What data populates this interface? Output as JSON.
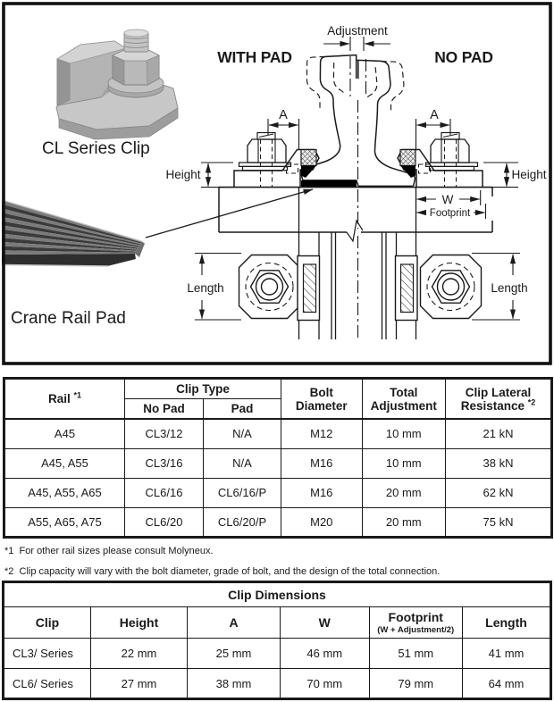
{
  "colors": {
    "ink": "#1a1a1a",
    "background": "#ffffff",
    "metal_grey": "#c7c7c7",
    "pad_grey": "#4a4a4a"
  },
  "diagram": {
    "clip_photo_caption": "CL Series Clip",
    "pad_caption": "Crane Rail Pad",
    "with_pad_label": "WITH PAD",
    "no_pad_label": "NO PAD",
    "adjustment_label": "Adjustment",
    "dim_a_left": "A",
    "dim_a_right": "A",
    "height_left": "Height",
    "height_right": "Height",
    "w_label": "W",
    "footprint_label": "Footprint",
    "length_left": "Length",
    "length_right": "Length"
  },
  "table1": {
    "headers": {
      "rail": "Rail",
      "rail_sup": "*1",
      "clip_type": "Clip Type",
      "no_pad": "No Pad",
      "pad": "Pad",
      "bolt_line1": "Bolt",
      "bolt_line2": "Diameter",
      "adj_line1": "Total",
      "adj_line2": "Adjustment",
      "res_line1": "Clip Lateral",
      "res_line2": "Resistance",
      "res_sup": "*2"
    },
    "rows": [
      {
        "rail": "A45",
        "no_pad": "CL3/12",
        "pad": "N/A",
        "bolt": "M12",
        "adjustment": "10 mm",
        "resistance": "21 kN"
      },
      {
        "rail": "A45, A55",
        "no_pad": "CL3/16",
        "pad": "N/A",
        "bolt": "M16",
        "adjustment": "10 mm",
        "resistance": "38 kN"
      },
      {
        "rail": "A45, A55, A65",
        "no_pad": "CL6/16",
        "pad": "CL6/16/P",
        "bolt": "M16",
        "adjustment": "20 mm",
        "resistance": "62 kN"
      },
      {
        "rail": "A55, A65, A75",
        "no_pad": "CL6/20",
        "pad": "CL6/20/P",
        "bolt": "M20",
        "adjustment": "20 mm",
        "resistance": "75 kN"
      }
    ]
  },
  "footnotes": [
    "*1  For other rail sizes please consult Molyneux.",
    "*2  Clip capacity will vary with the bolt diameter, grade of bolt, and the design of the total connection."
  ],
  "table2": {
    "title": "Clip Dimensions",
    "headers": {
      "clip": "Clip",
      "height": "Height",
      "a": "A",
      "w": "W",
      "footprint": "Footprint",
      "footprint_sub": "(W + Adjustment/2)",
      "length": "Length"
    },
    "rows": [
      {
        "clip": "CL3/ Series",
        "height": "22 mm",
        "a": "25 mm",
        "w": "46 mm",
        "footprint": "51 mm",
        "length": "41 mm"
      },
      {
        "clip": "CL6/ Series",
        "height": "27 mm",
        "a": "38 mm",
        "w": "70 mm",
        "footprint": "79 mm",
        "length": "64 mm"
      }
    ]
  }
}
